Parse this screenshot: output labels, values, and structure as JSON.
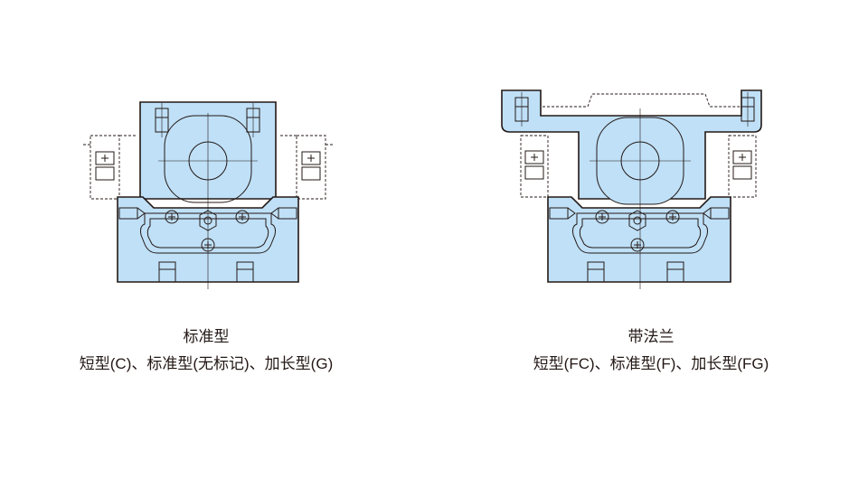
{
  "figures": [
    {
      "title": "标准型",
      "subtitle": "短型(C)、标准型(无标记)、加长型(G)",
      "variant": "standard"
    },
    {
      "title": "带法兰",
      "subtitle": "短型(FC)、标准型(F)、加长型(FG)",
      "variant": "flange"
    }
  ],
  "colors": {
    "body_fill": "#bfe0f7",
    "outline": "#231815",
    "background": "#ffffff"
  },
  "icons": [
    "socket-screw-icon",
    "phillips-screw-icon",
    "hex-nut-icon",
    "sensor-switch-icon"
  ]
}
